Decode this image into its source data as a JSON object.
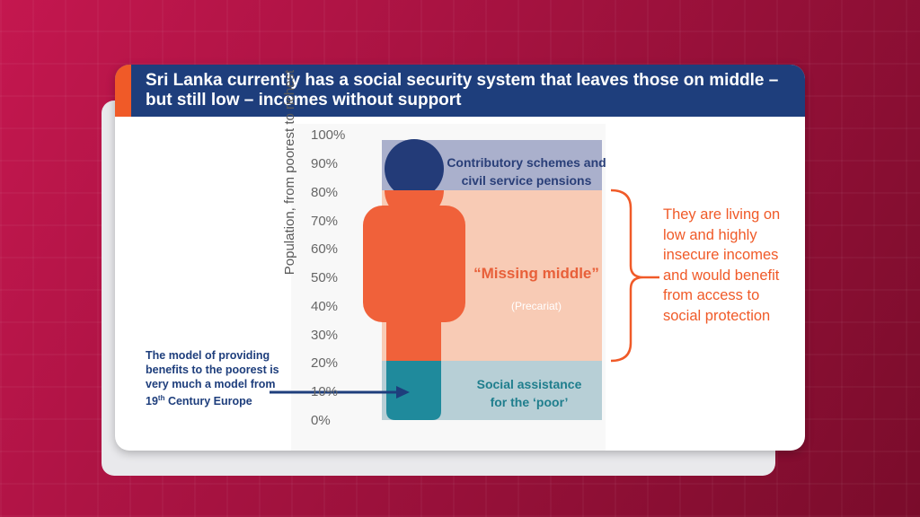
{
  "title": "Sri Lanka currently has a social security system that leaves those on middle – but still low – incomes without support",
  "diagram": {
    "y_axis_label": "Population, from poorest to richest",
    "ticks": [
      "0%",
      "10%",
      "20%",
      "30%",
      "40%",
      "50%",
      "60%",
      "70%",
      "80%",
      "90%",
      "100%"
    ],
    "bands": [
      {
        "label_line1": "Contributory schemes and",
        "label_line2": "civil service pensions",
        "from_pct": 80,
        "to_pct": 100,
        "color": "#aab0cc"
      },
      {
        "label_line1": "“Missing middle”",
        "label_line2": "(Precariat)",
        "from_pct": 20,
        "to_pct": 80,
        "color": "#f8cbb5"
      },
      {
        "label_line1": "Social assistance",
        "label_line2": "for the ‘poor’",
        "from_pct": 0,
        "to_pct": 20,
        "color": "#b7cfd6"
      }
    ],
    "figure_colors": {
      "head": "#233b78",
      "body": "#f0613a",
      "legs": "#1f8a9c"
    }
  },
  "right_note": "They are living on low and highly insecure incomes and would benefit from access to social protection",
  "left_note": {
    "text_before": "The model of providing benefits to the poorest is very much a model from 19",
    "superscript": "th",
    "text_after": " Century Europe"
  },
  "colors": {
    "navy": "#1e3e7c",
    "orange": "#f05a28",
    "crimson": "#c4174f"
  }
}
